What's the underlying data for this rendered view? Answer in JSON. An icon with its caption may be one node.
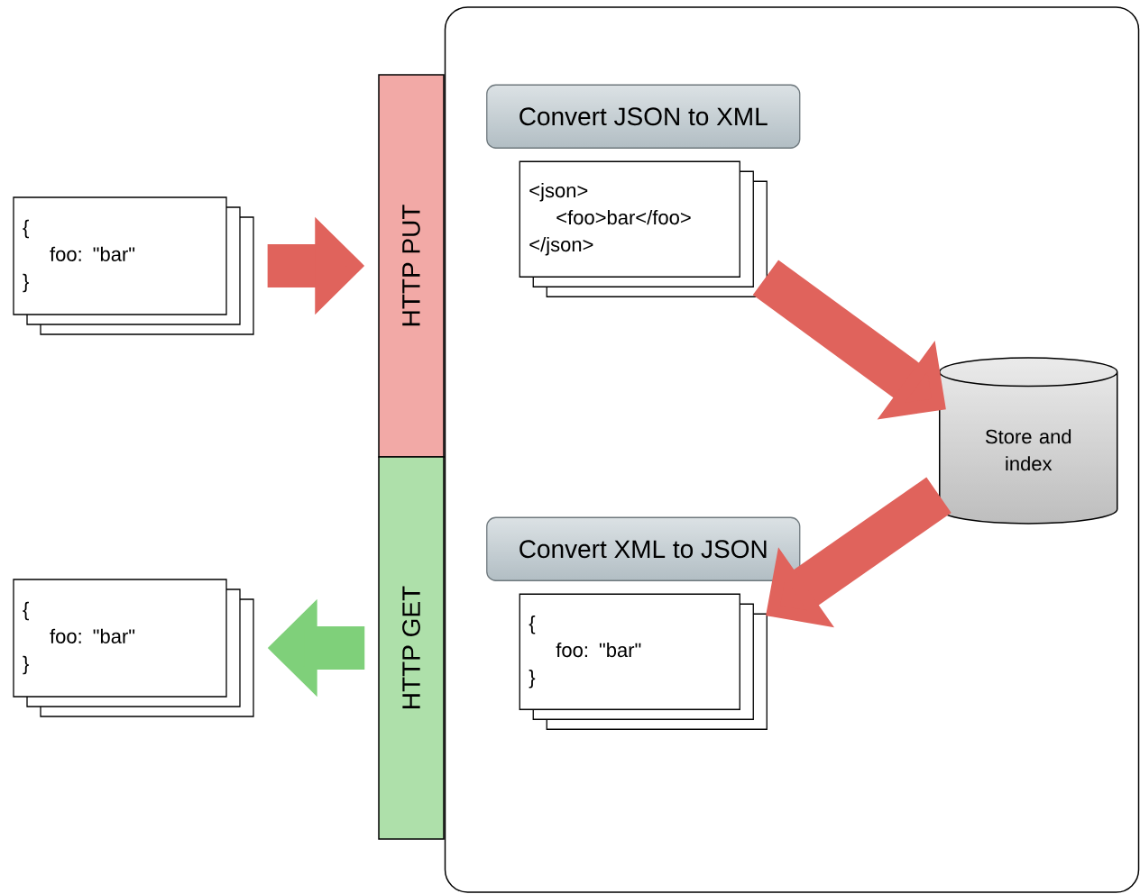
{
  "diagram": {
    "nodes": [
      {
        "text": [],
        "shape": "box"
      },
      {
        "text": [
          "HTTP PUT"
        ]
      },
      {
        "text": [
          "HTTP GET"
        ]
      },
      {
        "text": [
          "{",
          "foo: \"bar\"",
          "}"
        ]
      },
      {
        "text": [
          "{",
          "foo: \"bar\"",
          "}"
        ]
      },
      {
        "text": [
          "Convert JSON to XML"
        ],
        "in": 0
      },
      {
        "text": [
          "<json>",
          "<foo>bar</foo>",
          "</json>"
        ],
        "in": 0
      },
      {
        "text": [
          "Store and index"
        ],
        "in": 0
      },
      {
        "text": [
          "Convert XML to JSON"
        ],
        "in": 0
      },
      {
        "text": [
          "{",
          "foo: \"bar\"",
          "}"
        ],
        "in": 0
      }
    ],
    "edges": [
      {
        "from": 3,
        "to": 1,
        "arrow": "to"
      },
      {
        "from": 6,
        "to": 7,
        "arrow": "to"
      },
      {
        "from": 7,
        "to": 9,
        "arrow": "to"
      },
      {
        "from": 2,
        "to": 4,
        "arrow": "to",
        "color": "#7fd07a"
      }
    ]
  }
}
